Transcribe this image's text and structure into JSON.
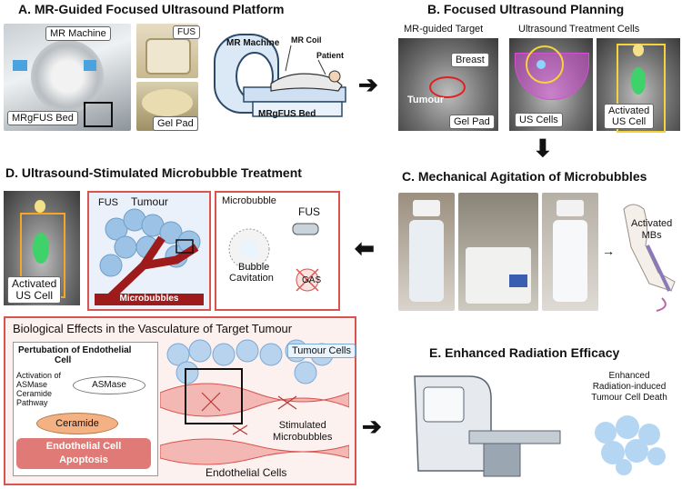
{
  "panelA": {
    "title": "A. MR-Guided Focused Ultrasound Platform",
    "mr_machine": "MR Machine",
    "mrgfus_bed": "MRgFUS Bed",
    "fus": "FUS",
    "gel_pad": "Gel Pad",
    "illus_mr_machine": "MR Machine",
    "mr_coil": "MR Coil",
    "patient": "Patient",
    "illus_bed": "MRgFUS Bed"
  },
  "panelB": {
    "title": "B. Focused Ultrasound Planning",
    "mr_target": "MR-guided Target",
    "us_cells_header": "Ultrasound Treatment Cells",
    "breast": "Breast",
    "tumour": "Tumour",
    "gel_pad": "Gel Pad",
    "us_cells": "US Cells",
    "activated": "Activated",
    "us_cell": "US Cell"
  },
  "panelC": {
    "title": "C. Mechanical Agitation of Microbubbles",
    "activated": "Activated",
    "mbs": "MBs"
  },
  "panelD": {
    "title": "D. Ultrasound-Stimulated Microbubble Treatment",
    "activated": "Activated",
    "us_cell": "US Cell",
    "fus": "FUS",
    "tumour": "Tumour",
    "microbubbles": "Microbubbles",
    "microbubble": "Microbubble",
    "fus2": "FUS",
    "bubble": "Bubble",
    "cavitation": "Cavitation",
    "gas": "GAS"
  },
  "bio": {
    "title": "Biological Effects in the Vasculature of Target Tumour",
    "pertubation_1": "Pertubation of Endothelial",
    "pertubation_2": "Cell",
    "activation_1": "Activation of",
    "activation_2": "ASMase",
    "activation_3": "Ceramide",
    "activation_4": "Pathway",
    "asmase": "ASMase",
    "ceramide": "Ceramide",
    "apoptosis_1": "Endothelial Cell",
    "apoptosis_2": "Apoptosis",
    "tumour_cells": "Tumour Cells",
    "stimulated_1": "Stimulated",
    "stimulated_2": "Microbubbles",
    "endothelial_cells": "Endothelial Cells"
  },
  "panelE": {
    "title": "E. Enhanced Radiation Efficacy",
    "enh_1": "Enhanced",
    "enh_2": "Radiation-induced",
    "enh_3": "Tumour Cell Death"
  },
  "colors": {
    "red_border": "#d9534f",
    "pink_bg": "#fbe3e1",
    "apoptosis_fill": "#e07a76",
    "ceramide_fill": "#f4b183",
    "green_cell": "#3fd16a",
    "yellow_ring": "#f5d33b",
    "magenta": "#d64fd6"
  }
}
